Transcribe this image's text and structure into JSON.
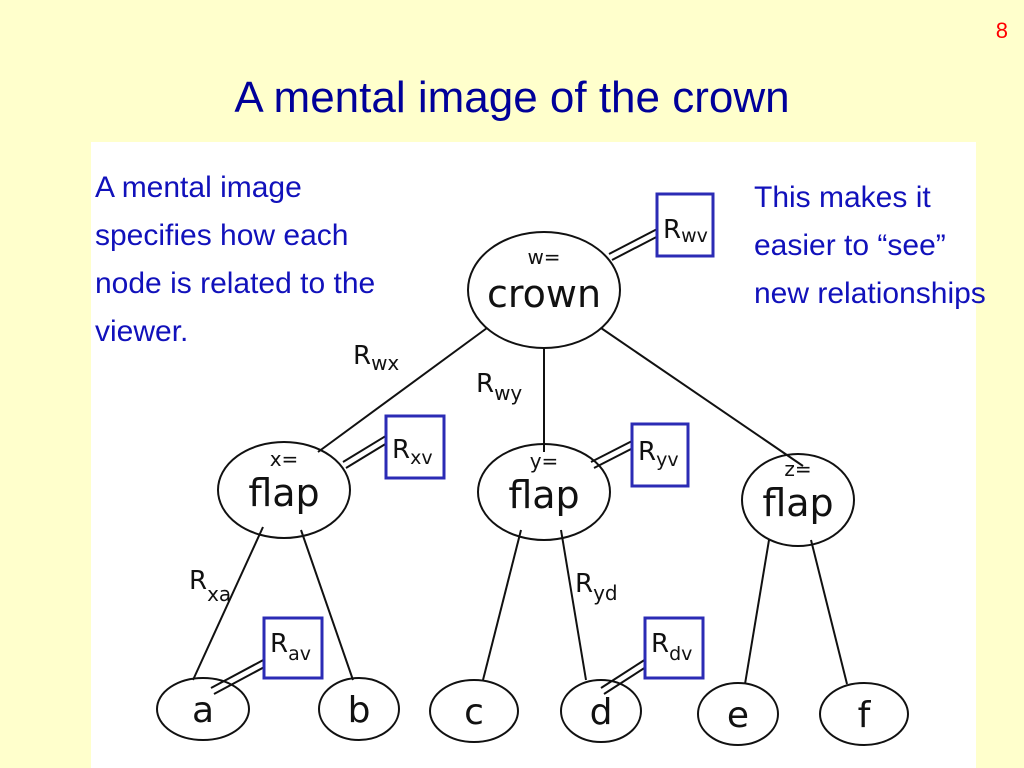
{
  "slide_number": "8",
  "title": "A mental image of the crown",
  "left_note": "A mental image specifies how each node is related to the viewer.",
  "right_note": "This makes it easier to “see” new relationships",
  "nodes": {
    "crown": {
      "tag": "w=",
      "word": "crown"
    },
    "flap_x": {
      "tag": "x=",
      "word": "flap"
    },
    "flap_y": {
      "tag": "y=",
      "word": "flap"
    },
    "flap_z": {
      "tag": "z=",
      "word": "flap"
    },
    "leaf_a": "a",
    "leaf_b": "b",
    "leaf_c": "c",
    "leaf_d": "d",
    "leaf_e": "e",
    "leaf_f": "f"
  },
  "relations": {
    "wx": {
      "base": "R",
      "sub": "wx"
    },
    "wy": {
      "base": "R",
      "sub": "wy"
    },
    "xa": {
      "base": "R",
      "sub": "xa"
    },
    "yd": {
      "base": "R",
      "sub": "yd"
    }
  },
  "viewer_relations": {
    "wv": {
      "base": "R",
      "sub": "wv"
    },
    "xv": {
      "base": "R",
      "sub": "xv"
    },
    "yv": {
      "base": "R",
      "sub": "yv"
    },
    "av": {
      "base": "R",
      "sub": "av"
    },
    "dv": {
      "base": "R",
      "sub": "dv"
    }
  }
}
